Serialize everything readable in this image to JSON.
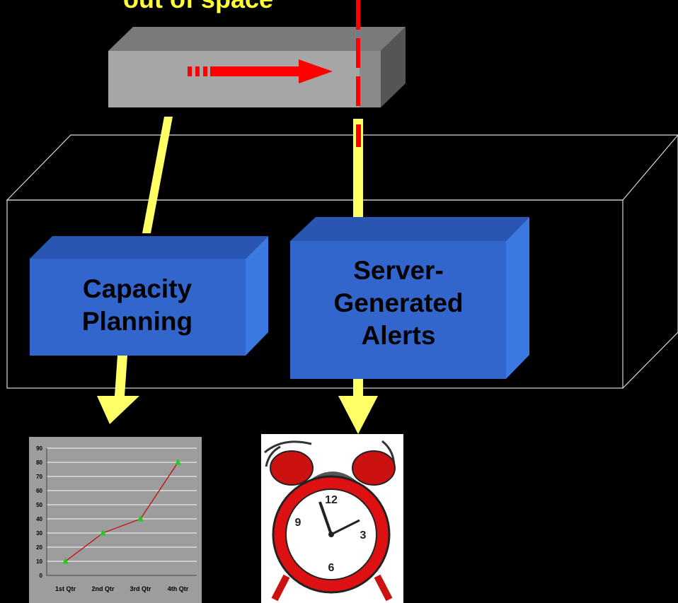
{
  "banner": {
    "text": "out of space",
    "color": "#ffff33"
  },
  "components": {
    "capacity_planning": {
      "line1": "Capacity",
      "line2": "Planning"
    },
    "server_alerts": {
      "line1": "Server-",
      "line2": "Generated",
      "line3": "Alerts"
    }
  },
  "colors": {
    "background": "#000000",
    "box_front": "#3366cc",
    "box_top": "#2a56b3",
    "box_side": "#3a7ae0",
    "arrow": "#ffff66",
    "alert_line": "#ff0000",
    "disk_front": "#a6a6a6"
  },
  "chart_data": {
    "type": "line",
    "categories": [
      "1st Qtr",
      "2nd Qtr",
      "3rd Qtr",
      "4th Qtr"
    ],
    "series": [
      {
        "values": [
          10,
          30,
          40,
          80
        ]
      }
    ],
    "ylim": [
      0,
      90
    ],
    "yticks": [
      "0",
      "10",
      "20",
      "30",
      "40",
      "50",
      "60",
      "70",
      "80",
      "90"
    ],
    "grid": true,
    "line_color": "#cc0000",
    "marker_color": "#22cc22"
  },
  "icons": {
    "alarm": "alarm-clock-icon"
  }
}
